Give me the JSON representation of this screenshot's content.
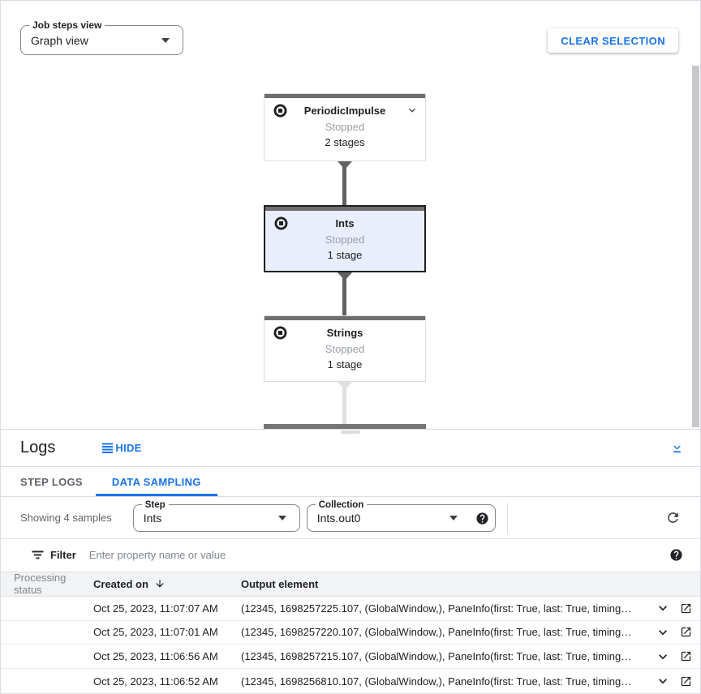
{
  "colors": {
    "accent_blue": "#1a73e8",
    "text_dark": "#202124",
    "text_gray": "#5f6368",
    "status_gray": "#9aa0a6",
    "node_bar_gray": "#6e6e6e",
    "selected_node_bg": "#e8eefb",
    "selected_node_border": "#1f1f1f",
    "edge_dark": "#616161",
    "edge_light": "#e0e0e0",
    "header_row_bg": "#f1f3f4"
  },
  "icons": {
    "dropdown-arrow-icon": "filled down triangle",
    "stop-circle-icon": "circle outline with filled square",
    "chevron-down-icon": "expand-more chevron",
    "hide-lines-icon": "four horizontal lines",
    "collapse-panel-icon": "chevron down over underline",
    "help-icon": "filled circle question mark",
    "refresh-icon": "circular arrow",
    "filter-icon": "three stacked lines funnel",
    "sort-descending-icon": "downward arrow",
    "open-in-new-icon": "square with outgoing arrow",
    "status-dot-icon": "filled gray circle"
  },
  "top_toolbar": {
    "job_steps_view": {
      "label": "Job steps view",
      "value": "Graph view"
    },
    "clear_selection_label": "CLEAR SELECTION"
  },
  "graph": {
    "nodes": [
      {
        "title": "PeriodicImpulse",
        "status": "Stopped",
        "stages": "2 stages",
        "selected": false
      },
      {
        "title": "Ints",
        "status": "Stopped",
        "stages": "1 stage",
        "selected": true
      },
      {
        "title": "Strings",
        "status": "Stopped",
        "stages": "1 stage",
        "selected": false
      }
    ]
  },
  "logs_panel": {
    "title": "Logs",
    "hide_label": "HIDE",
    "tabs": [
      {
        "label": "STEP LOGS",
        "active": false
      },
      {
        "label": "DATA SAMPLING",
        "active": true
      }
    ],
    "sampling_toolbar": {
      "showing_text": "Showing 4 samples",
      "step": {
        "label": "Step",
        "value": "Ints"
      },
      "collection": {
        "label": "Collection",
        "value": "Ints.out0"
      }
    },
    "filter_bar": {
      "label": "Filter",
      "placeholder": "Enter property name or value"
    },
    "table": {
      "headers": {
        "processing_status": "Processing status",
        "created_on": "Created on",
        "output_element": "Output element"
      },
      "rows": [
        {
          "created_on": "Oct 25, 2023, 11:07:07 AM",
          "output_element": "(12345, 1698257225.107, (GlobalWindow,), PaneInfo(first: True, last: True, timing…"
        },
        {
          "created_on": "Oct 25, 2023, 11:07:01 AM",
          "output_element": "(12345, 1698257220.107, (GlobalWindow,), PaneInfo(first: True, last: True, timing…"
        },
        {
          "created_on": "Oct 25, 2023, 11:06:56 AM",
          "output_element": "(12345, 1698257215.107, (GlobalWindow,), PaneInfo(first: True, last: True, timing…"
        },
        {
          "created_on": "Oct 25, 2023, 11:06:52 AM",
          "output_element": "(12345, 1698256810.107, (GlobalWindow,), PaneInfo(first: True, last: True, timing…"
        }
      ]
    }
  }
}
